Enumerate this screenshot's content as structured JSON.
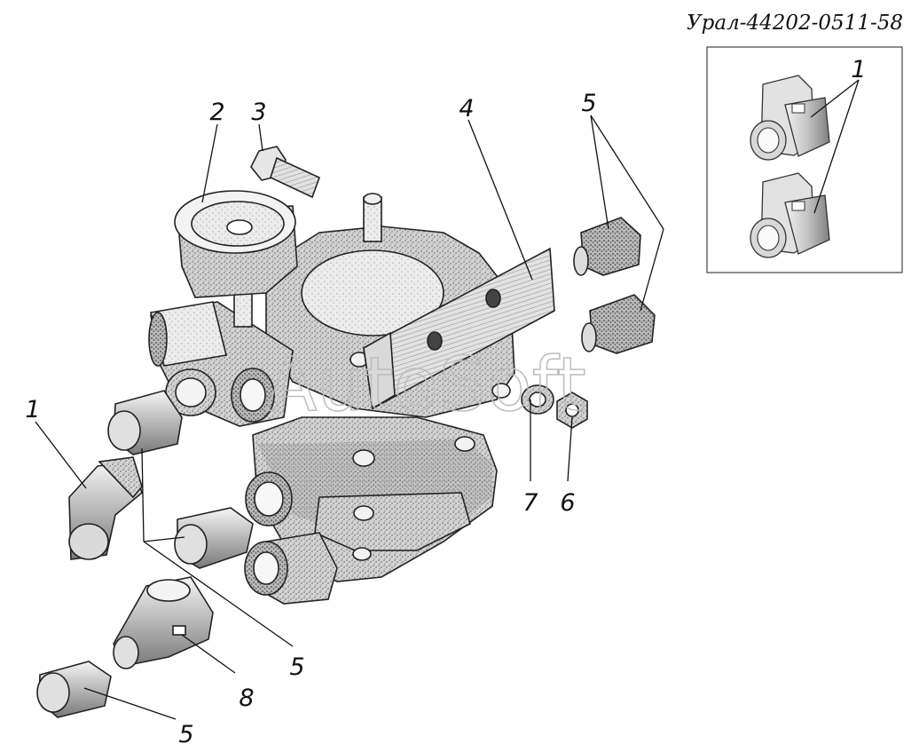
{
  "diagram": {
    "title": "Урал-44202-0511-58",
    "watermark": "AutoSoft",
    "callouts": {
      "c1_left": "1",
      "c1_inset": "1",
      "c2": "2",
      "c3": "3",
      "c4": "4",
      "c5_top": "5",
      "c5_middle": "5",
      "c5_bottom": "5",
      "c6": "6",
      "c7": "7",
      "c8": "8"
    }
  }
}
